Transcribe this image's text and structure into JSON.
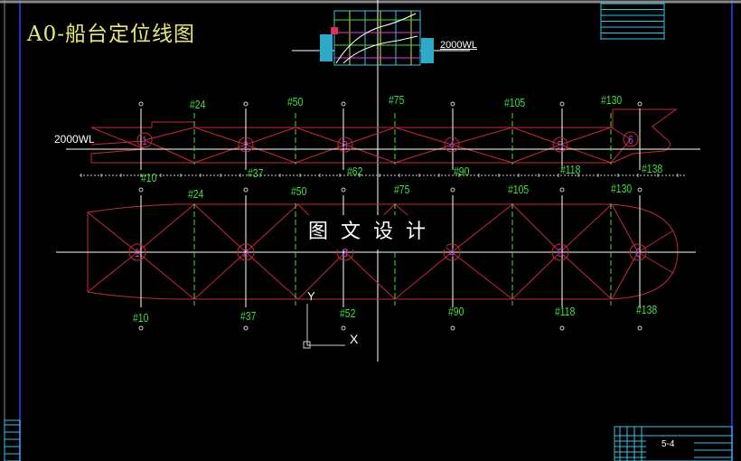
{
  "drawing": {
    "title": "A0-船台定位线图",
    "watermark": "图文设计",
    "waterline_label": "2000WL",
    "inset_waterline_label": "2000WL",
    "sheet_number": "5-4",
    "ucs": {
      "x_label": "X",
      "y_label": "Y"
    }
  },
  "elevation": {
    "top_frames": [
      "#24",
      "#50",
      "#75",
      "#105",
      "#130"
    ],
    "bottom_frames": [
      "#10",
      "#37",
      "#62",
      "#90",
      "#118",
      "#138"
    ],
    "blocks": [
      "1",
      "2",
      "3",
      "4",
      "5",
      "6"
    ]
  },
  "plan": {
    "top_frames": [
      "#24",
      "#50",
      "#75",
      "#105",
      "#130"
    ],
    "bottom_frames": [
      "#10",
      "#37",
      "#52",
      "#90",
      "#118",
      "#138"
    ],
    "blocks": [
      "1",
      "2",
      "3",
      "4",
      "5",
      "6"
    ]
  },
  "colors": {
    "hull": "#c8283a",
    "frame_label": "#3fe03f",
    "block_number": "#b040d0",
    "title": "#e8e87a",
    "table": "#30c8e8",
    "border": "#2030c0"
  }
}
